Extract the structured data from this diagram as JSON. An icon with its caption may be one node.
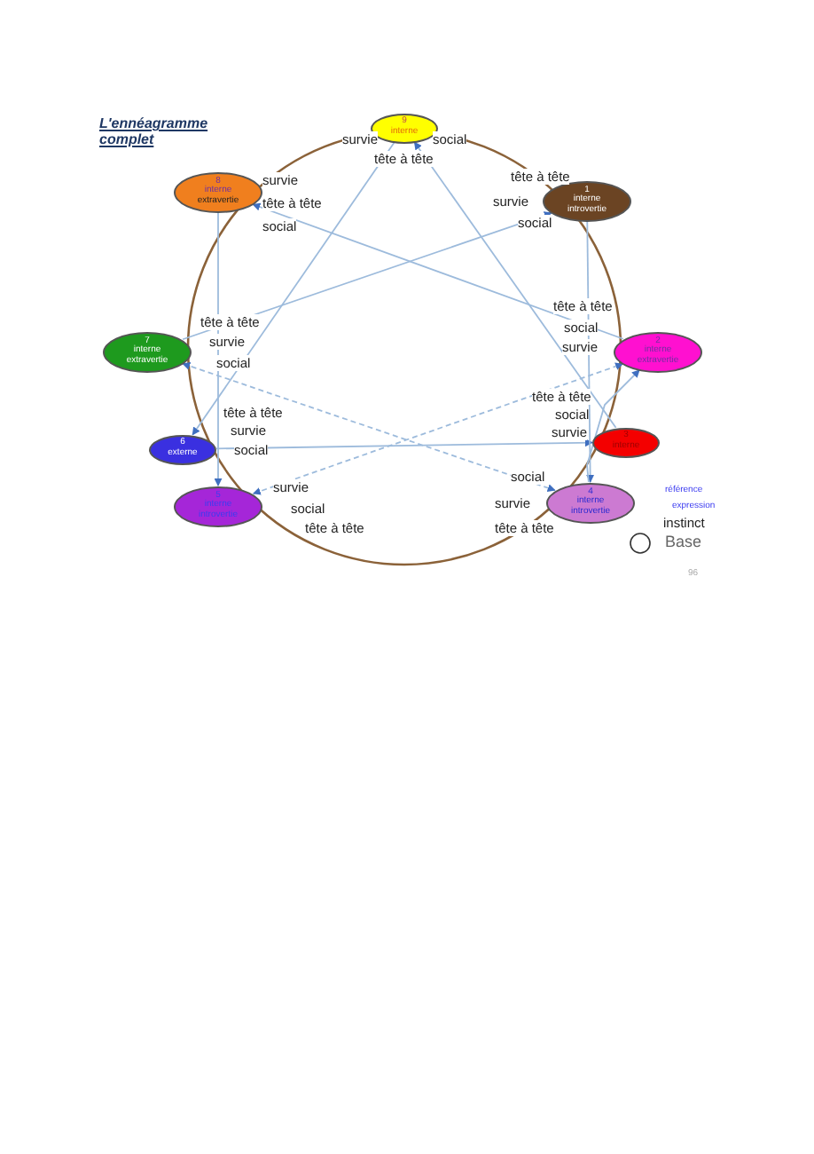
{
  "diagram": {
    "title": "L'ennéagramme complet",
    "nodes": [
      {
        "text": [
          "9",
          "interne"
        ],
        "beside": [
          "survie",
          "social",
          "tête à tête"
        ]
      },
      {
        "text": [
          "8",
          "interne",
          "extravertie"
        ],
        "beside": [
          "survie",
          "tête à tête",
          "social"
        ]
      },
      {
        "text": [
          "1",
          "interne",
          "introvertie"
        ],
        "beside": [
          "tête à tête",
          "survie",
          "social"
        ]
      },
      {
        "text": [
          "7",
          "interne",
          "extravertie"
        ],
        "beside": [
          "tête à tête",
          "survie",
          "social"
        ]
      },
      {
        "text": [
          "2",
          "interne",
          "extravertie"
        ],
        "beside": [
          "tête à tête",
          "social",
          "survie"
        ]
      },
      {
        "text": [
          "6",
          "externe"
        ],
        "beside": [
          "tête à tête",
          "survie",
          "social"
        ]
      },
      {
        "text": [
          "3",
          "interne"
        ],
        "beside": [
          "tête à tête",
          "social",
          "survie"
        ]
      },
      {
        "text": [
          "5",
          "interne",
          "introvertie"
        ],
        "beside": [
          "survie",
          "social",
          "tête à tête"
        ]
      },
      {
        "text": [
          "4",
          "interne",
          "introvertie"
        ],
        "beside": [
          "social",
          "survie",
          "tête à tête"
        ]
      }
    ],
    "edges": [
      {
        "from": 0,
        "to": 5,
        "arrow": "to"
      },
      {
        "from": 5,
        "to": 6,
        "arrow": "to"
      },
      {
        "from": 6,
        "to": 0,
        "arrow": "to"
      },
      {
        "from": 2,
        "to": 8,
        "arrow": "to"
      },
      {
        "from": 8,
        "to": 4,
        "arrow": "to"
      },
      {
        "from": 4,
        "to": 1,
        "arrow": "to"
      },
      {
        "from": 1,
        "to": 7,
        "arrow": "to"
      },
      {
        "from": 7,
        "to": 4,
        "arrow": "both",
        "style": "dashed"
      },
      {
        "from": 3,
        "to": 2,
        "arrow": "to"
      },
      {
        "from": 3,
        "to": 8,
        "arrow": "both",
        "style": "dashed"
      }
    ],
    "labels": [
      "référence",
      "expression",
      "instinct",
      "96"
    ],
    "legend": [
      {
        "text": "Base"
      }
    ]
  }
}
